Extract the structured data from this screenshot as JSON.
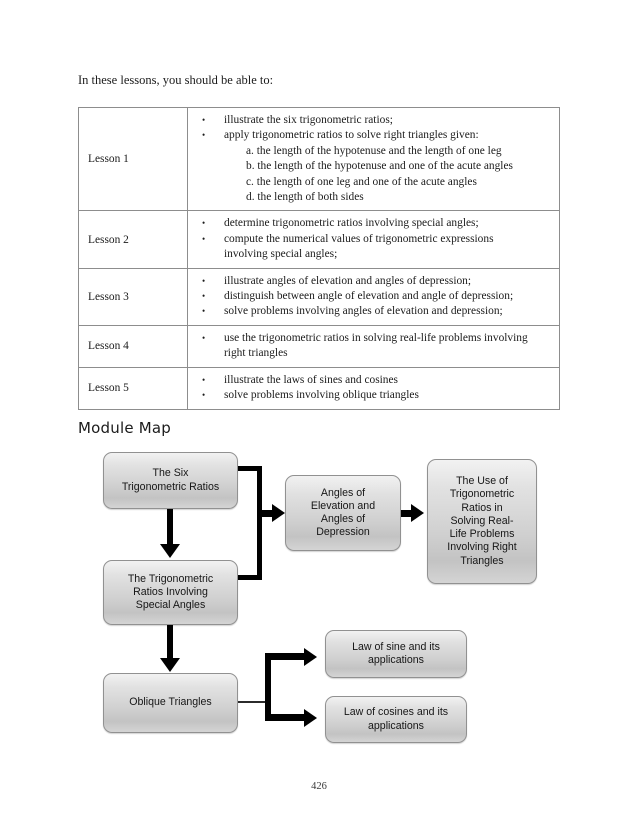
{
  "page": {
    "intro_text": "In these lessons, you should be able to:",
    "module_map_title": "Module Map",
    "page_number": "426"
  },
  "objectives_table": {
    "rows": [
      {
        "lesson": "Lesson 1",
        "bullets": [
          "illustrate the six trigonometric ratios;",
          "apply trigonometric ratios to solve right triangles given:"
        ],
        "sub_items": [
          "a. the length of the hypotenuse and the length of one leg",
          "b. the length of the hypotenuse and one of the acute angles",
          "c. the length of one leg and one of the acute angles",
          "d. the length of both sides"
        ]
      },
      {
        "lesson": "Lesson 2",
        "bullets": [
          "determine trigonometric ratios involving special angles;",
          "compute the numerical values of trigonometric expressions"
        ],
        "continuation": "involving special angles;"
      },
      {
        "lesson": "Lesson 3",
        "bullets": [
          "illustrate angles of elevation and angles of depression;",
          "distinguish between angle of elevation and angle of depression;",
          "solve problems involving angles of elevation and depression;"
        ]
      },
      {
        "lesson": "Lesson 4",
        "bullets": [
          "use the trigonometric ratios in solving real-life problems involving"
        ],
        "continuation": "right triangles"
      },
      {
        "lesson": "Lesson 5",
        "bullets": [
          "illustrate the laws of sines and cosines",
          "solve problems involving oblique triangles"
        ]
      }
    ]
  },
  "module_map": {
    "nodes": [
      {
        "id": "six-ratios",
        "label": "The Six\nTrigonometric Ratios"
      },
      {
        "id": "special-angles",
        "label": "The Trigonometric\nRatios Involving\nSpecial Angles"
      },
      {
        "id": "angles-elev-depr",
        "label": "Angles of\nElevation and\nAngles of\nDepression"
      },
      {
        "id": "real-life",
        "label": "The Use of\nTrigonometric\nRatios in\nSolving Real-\nLife Problems\nInvolving Right\nTriangles"
      },
      {
        "id": "oblique-triangles",
        "label": "Oblique Triangles"
      },
      {
        "id": "law-of-sine",
        "label": "Law of sine and its\napplications"
      },
      {
        "id": "law-of-cosines",
        "label": "Law of cosines and its\napplications"
      }
    ]
  },
  "colors": {
    "node_border": "#919191",
    "node_fill_top": "#f2f2f2",
    "node_fill_bottom": "#c3c3c3",
    "connector": "#000000",
    "table_border": "#8d8d8d",
    "text": "#1b1b1b"
  }
}
